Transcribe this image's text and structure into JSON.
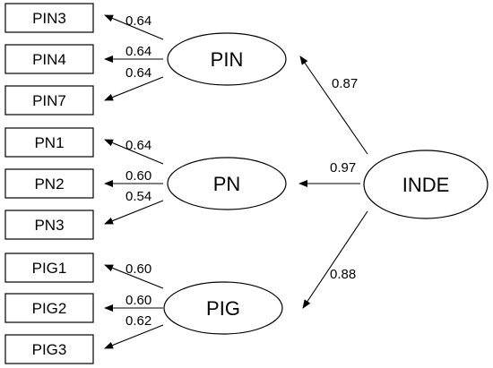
{
  "diagram": {
    "indicators": [
      {
        "id": "PIN3",
        "label": "PIN3"
      },
      {
        "id": "PIN4",
        "label": "PIN4"
      },
      {
        "id": "PIN7",
        "label": "PIN7"
      },
      {
        "id": "PN1",
        "label": "PN1"
      },
      {
        "id": "PN2",
        "label": "PN2"
      },
      {
        "id": "PN3",
        "label": "PN3"
      },
      {
        "id": "PIG1",
        "label": "PIG1"
      },
      {
        "id": "PIG2",
        "label": "PIG2"
      },
      {
        "id": "PIG3",
        "label": "PIG3"
      }
    ],
    "factors": [
      {
        "id": "PIN",
        "label": "PIN"
      },
      {
        "id": "PN",
        "label": "PN"
      },
      {
        "id": "PIG",
        "label": "PIG"
      },
      {
        "id": "INDE",
        "label": "INDE"
      }
    ],
    "loadings": [
      {
        "from": "PIN",
        "to": "PIN3",
        "value": "0.64"
      },
      {
        "from": "PIN",
        "to": "PIN4",
        "value": "0.64"
      },
      {
        "from": "PIN",
        "to": "PIN7",
        "value": "0.64"
      },
      {
        "from": "PN",
        "to": "PN1",
        "value": "0.64"
      },
      {
        "from": "PN",
        "to": "PN2",
        "value": "0.60"
      },
      {
        "from": "PN",
        "to": "PN3",
        "value": "0.54"
      },
      {
        "from": "PIG",
        "to": "PIG1",
        "value": "0.60"
      },
      {
        "from": "PIG",
        "to": "PIG2",
        "value": "0.60"
      },
      {
        "from": "PIG",
        "to": "PIG3",
        "value": "0.62"
      }
    ],
    "structural_paths": [
      {
        "from": "INDE",
        "to": "PIN",
        "value": "0.87"
      },
      {
        "from": "INDE",
        "to": "PN",
        "value": "0.97"
      },
      {
        "from": "INDE",
        "to": "PIG",
        "value": "0.88"
      }
    ]
  }
}
